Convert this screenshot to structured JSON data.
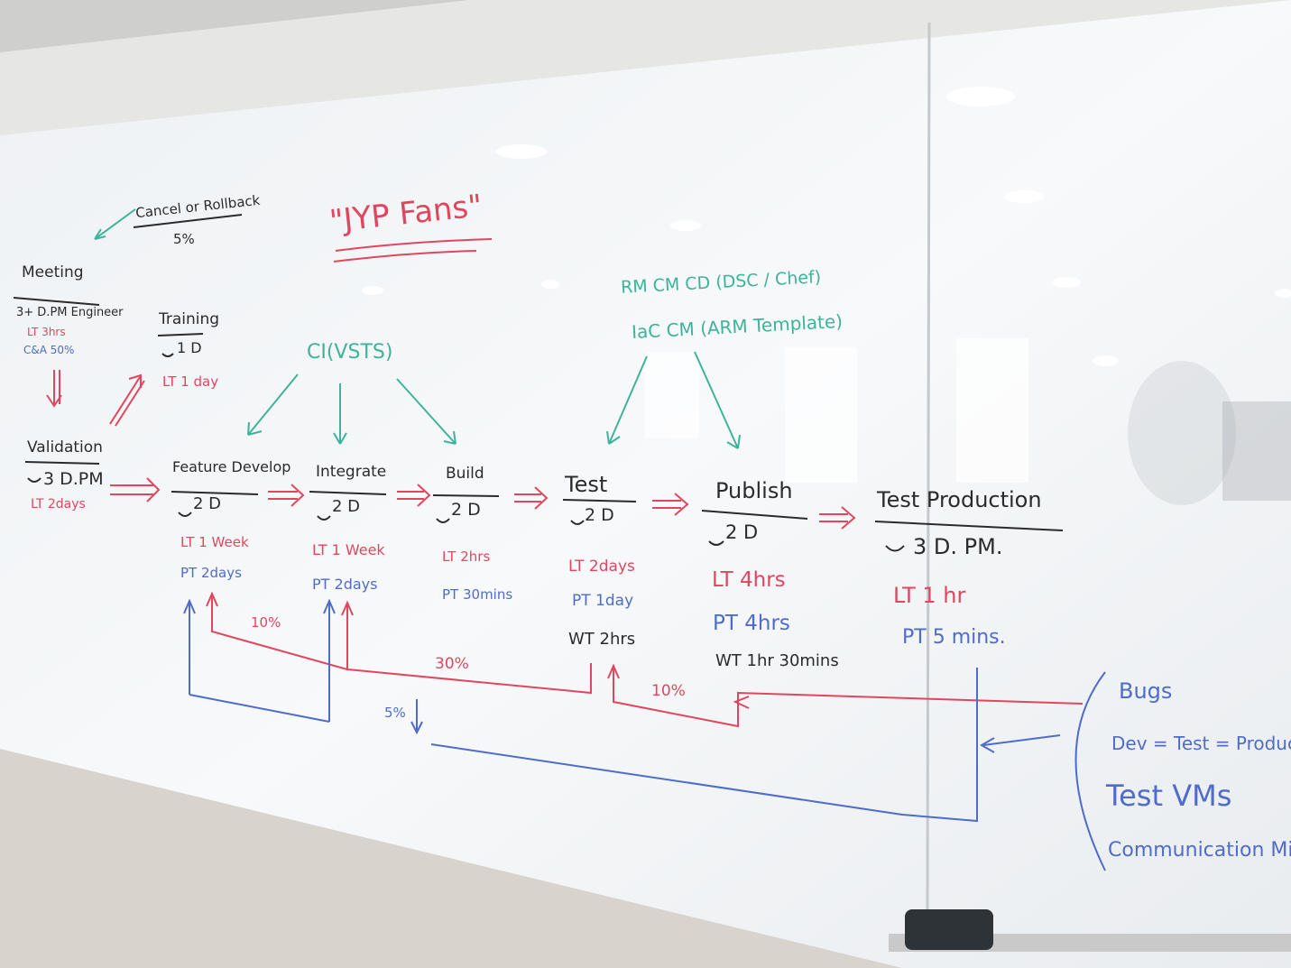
{
  "colors": {
    "red_marker": "#e0475f",
    "blue_marker": "#4f6cc9",
    "black_marker": "#2b2b2b",
    "teal_marker": "#3fb39a",
    "board": "#f4f6f8",
    "wall": "#d9d6d1"
  },
  "header": {
    "title": "\"JYP Fans\"",
    "cancel_label": "Cancel or Rollback",
    "cancel_pct": "5%",
    "ci_label": "CI(VSTS)",
    "rm_label": "RM CM CD (DSC / Chef)",
    "iac_label": "IaC CM (ARM Template)"
  },
  "meeting": {
    "title": "Meeting",
    "people": "3+ D.PM Engineer",
    "lt": "LT 3hrs",
    "cra": "C&A 50%"
  },
  "training": {
    "title": "Training",
    "people": "1 D",
    "lt": "LT 1 day"
  },
  "validation": {
    "title": "Validation",
    "people": "3 D.PM",
    "lt": "LT 2days"
  },
  "stages": {
    "feature": {
      "title": "Feature Develop",
      "people": "2 D",
      "lt": "LT 1 Week",
      "pt": "PT 2days"
    },
    "integrate": {
      "title": "Integrate",
      "people": "2 D",
      "lt": "LT 1 Week",
      "pt": "PT 2days"
    },
    "build": {
      "title": "Build",
      "people": "2 D",
      "lt": "LT 2hrs",
      "pt": "PT 30mins"
    },
    "test": {
      "title": "Test",
      "people": "2 D",
      "lt": "LT 2days",
      "pt": "PT 1day",
      "wt": "WT 2hrs"
    },
    "publish": {
      "title": "Publish",
      "people": "2 D",
      "lt": "LT 4hrs",
      "pt": "PT 4hrs",
      "wt": "WT 1hr 30mins"
    },
    "production": {
      "title": "Test Production",
      "people": "3 D. PM.",
      "lt": "LT 1 hr",
      "pt": "PT 5 mins."
    }
  },
  "feedback": {
    "pct_10_a": "10%",
    "pct_30": "30%",
    "pct_10_b": "10%",
    "pct_5": "5%"
  },
  "bugs": {
    "title": "Bugs",
    "line1": "Dev = Test = Produc",
    "line2": "Test VMs",
    "line3": "Communication Mis"
  }
}
